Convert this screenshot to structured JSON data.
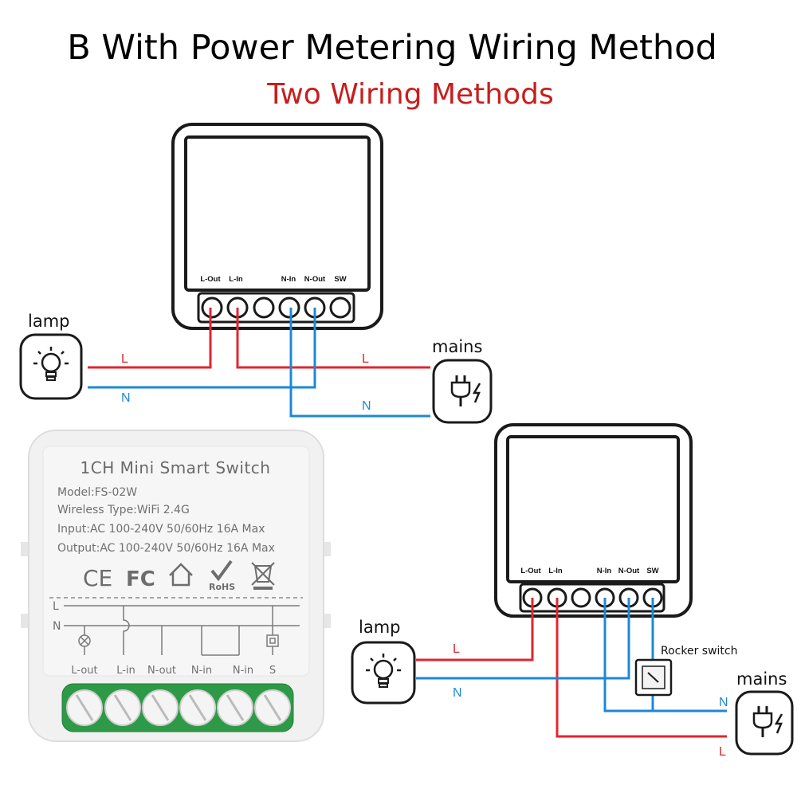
{
  "title": "B With Power Metering Wiring Method",
  "subtitle": "Two Wiring Methods",
  "colors": {
    "live": "#e0262f",
    "neutral": "#1e88d6",
    "outline": "#1a1a1a",
    "subtitle": "#c81e1e"
  },
  "top_diagram": {
    "terminals": [
      "L-Out",
      "L-In",
      "N-In",
      "N-Out",
      "SW"
    ],
    "lamp_label": "lamp",
    "mains_label": "mains",
    "wire_labels": {
      "lamp_live": "L",
      "lamp_neutral": "N",
      "mains_live": "L",
      "mains_neutral": "N"
    },
    "icons": {
      "lamp": "lightbulb-icon",
      "mains": "power-plug-icon"
    }
  },
  "bottom_diagram": {
    "terminals": [
      "L-Out",
      "L-In",
      "N-In",
      "N-Out",
      "SW"
    ],
    "lamp_label": "lamp",
    "mains_label": "mains",
    "rocker_label": "Rocker switch",
    "wire_labels": {
      "lamp_live": "L",
      "lamp_neutral": "N",
      "mains_neutral": "N",
      "mains_live": "L"
    },
    "icons": {
      "lamp": "lightbulb-icon",
      "mains": "power-plug-icon",
      "rocker": "rocker-switch-icon"
    }
  },
  "product": {
    "title": "1CH Mini Smart Switch",
    "model": "Model:FS-02W",
    "wireless": "Wireless Type:WiFi 2.4G",
    "input": "Input:AC 100-240V 50/60Hz 16A Max",
    "output": "Output:AC 100-240V 50/60Hz 16A Max",
    "marks": {
      "ce": "CE",
      "fc": "FC",
      "rohs": "RoHS"
    },
    "schematic_lines": [
      "L",
      "N"
    ],
    "terminals": [
      "L-out",
      "L-in",
      "N-out",
      "N-in",
      "N-in",
      "S"
    ]
  }
}
